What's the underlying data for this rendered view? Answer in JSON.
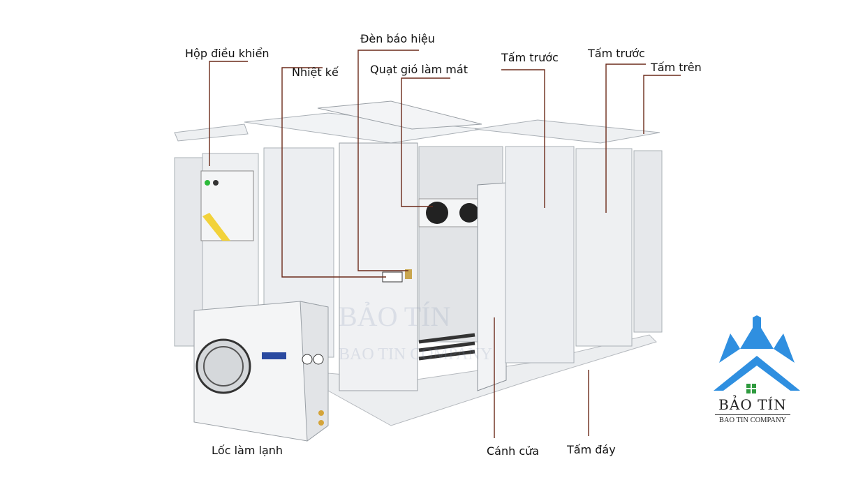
{
  "labels": {
    "control_box": "Hộp điều khiển",
    "thermometer": "Nhiệt kế",
    "signal_light": "Đèn báo hiệu",
    "cooling_fan": "Quạt gió làm mát",
    "front_panel_1": "Tấm trước",
    "front_panel_2": "Tấm trước",
    "top_panel": "Tấm trên",
    "door": "Cánh cửa",
    "floor_panel": "Tấm đáy",
    "condensing_unit": "Lốc làm lạnh"
  },
  "logo": {
    "brand": "BẢO TÍN",
    "subtitle": "BAO TIN COMPANY"
  },
  "watermark": {
    "brand": "BẢO TÍN",
    "subtitle": "BAO TIN COMPANY"
  },
  "colors": {
    "leader_line": "#6b2a1a",
    "logo_blue": "#2f8fe0",
    "logo_green": "#2e9a3e",
    "panel": "#e9ebee"
  }
}
